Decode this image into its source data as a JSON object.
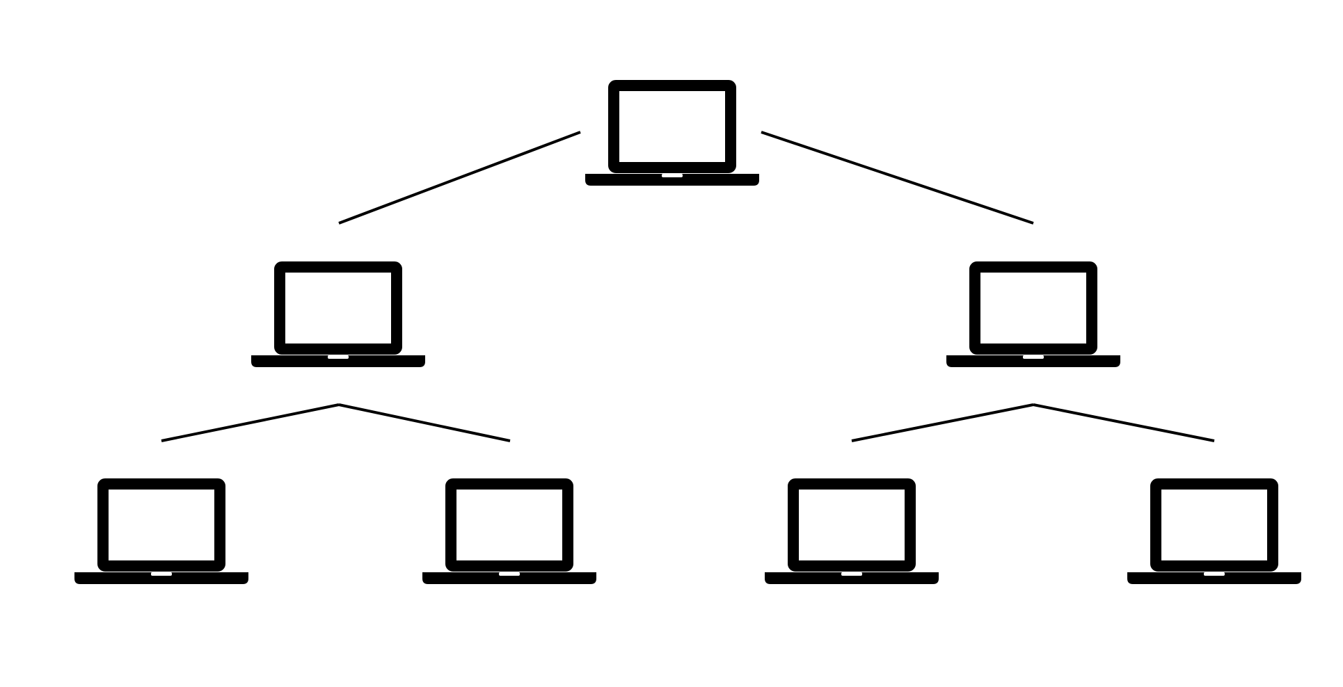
{
  "diagram": {
    "type": "network-tree",
    "colors": {
      "background": "#ffffff",
      "stroke": "#000000"
    },
    "nodes": [
      {
        "id": "root",
        "icon": "laptop-icon"
      },
      {
        "id": "left",
        "icon": "laptop-icon"
      },
      {
        "id": "right",
        "icon": "laptop-icon"
      },
      {
        "id": "left-left",
        "icon": "laptop-icon"
      },
      {
        "id": "left-right",
        "icon": "laptop-icon"
      },
      {
        "id": "right-left",
        "icon": "laptop-icon"
      },
      {
        "id": "right-right",
        "icon": "laptop-icon"
      }
    ],
    "edges": [
      {
        "from": "root",
        "to": "left"
      },
      {
        "from": "root",
        "to": "right"
      },
      {
        "from": "left",
        "to": "left-left"
      },
      {
        "from": "left",
        "to": "left-right"
      },
      {
        "from": "right",
        "to": "right-left"
      },
      {
        "from": "right",
        "to": "right-right"
      }
    ]
  }
}
